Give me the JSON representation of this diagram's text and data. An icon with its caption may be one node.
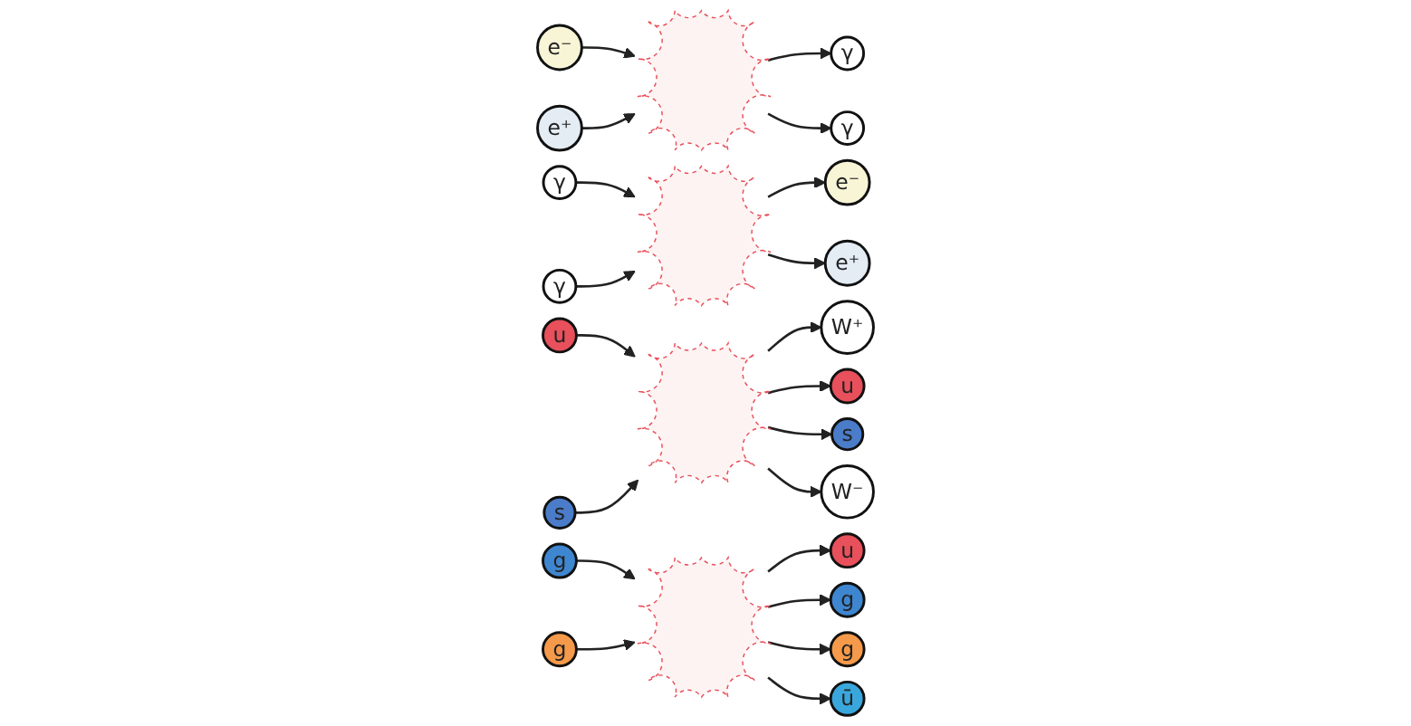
{
  "diagram": {
    "nodes": [
      {
        "text": [
          "e⁻"
        ]
      },
      {
        "text": [
          "e⁺"
        ]
      },
      {
        "text": [],
        "shape": "burst"
      },
      {
        "text": [
          "γ"
        ]
      },
      {
        "text": [
          "γ"
        ]
      },
      {
        "text": [
          "γ"
        ]
      },
      {
        "text": [
          "γ"
        ]
      },
      {
        "text": [],
        "shape": "burst"
      },
      {
        "text": [
          "e⁻"
        ]
      },
      {
        "text": [
          "e⁺"
        ]
      },
      {
        "text": [
          "u"
        ]
      },
      {
        "text": [
          "s"
        ]
      },
      {
        "text": [],
        "shape": "burst"
      },
      {
        "text": [
          "W⁺"
        ]
      },
      {
        "text": [
          "u"
        ]
      },
      {
        "text": [
          "s"
        ]
      },
      {
        "text": [
          "W⁻"
        ]
      },
      {
        "text": [
          "g"
        ]
      },
      {
        "text": [
          "g"
        ]
      },
      {
        "text": [],
        "shape": "burst"
      },
      {
        "text": [
          "u"
        ]
      },
      {
        "text": [
          "g"
        ]
      },
      {
        "text": [
          "g"
        ]
      },
      {
        "text": [
          "ū"
        ]
      }
    ],
    "edges": [
      {
        "from": 0,
        "to": 2,
        "arrow": "to"
      },
      {
        "from": 1,
        "to": 2,
        "arrow": "to"
      },
      {
        "from": 2,
        "to": 3,
        "arrow": "to"
      },
      {
        "from": 2,
        "to": 4,
        "arrow": "to"
      },
      {
        "from": 5,
        "to": 7,
        "arrow": "to"
      },
      {
        "from": 6,
        "to": 7,
        "arrow": "to"
      },
      {
        "from": 7,
        "to": 8,
        "arrow": "to"
      },
      {
        "from": 7,
        "to": 9,
        "arrow": "to"
      },
      {
        "from": 10,
        "to": 12,
        "arrow": "to"
      },
      {
        "from": 11,
        "to": 12,
        "arrow": "to"
      },
      {
        "from": 12,
        "to": 13,
        "arrow": "to"
      },
      {
        "from": 12,
        "to": 14,
        "arrow": "to"
      },
      {
        "from": 12,
        "to": 15,
        "arrow": "to"
      },
      {
        "from": 12,
        "to": 16,
        "arrow": "to"
      },
      {
        "from": 17,
        "to": 19,
        "arrow": "to"
      },
      {
        "from": 18,
        "to": 19,
        "arrow": "to"
      },
      {
        "from": 19,
        "to": 20,
        "arrow": "to"
      },
      {
        "from": 19,
        "to": 21,
        "arrow": "to"
      },
      {
        "from": 19,
        "to": 22,
        "arrow": "to"
      },
      {
        "from": 19,
        "to": 23,
        "arrow": "to"
      }
    ]
  }
}
